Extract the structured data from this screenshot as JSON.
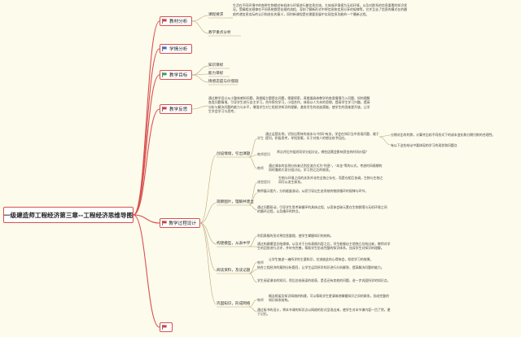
{
  "root": {
    "title": "一级建造师工程经济第三章--工程经济思维导图"
  },
  "branches": [
    {
      "id": "b1",
      "label": "教材分析",
      "flag": "red"
    },
    {
      "id": "b2",
      "label": "学情分析",
      "flag": "blue"
    },
    {
      "id": "b3",
      "label": "教学目标",
      "flag": "green"
    },
    {
      "id": "b4",
      "label": "教学反思",
      "flag": "red"
    },
    {
      "id": "b5",
      "label": "教学过程设计",
      "flag": "red"
    },
    {
      "id": "b6",
      "label": "",
      "flag": "red"
    }
  ],
  "nodes": {
    "n_course_req": "课程要求",
    "t_course_req": "生活在不同环境中的各种生物都对有机体与环境进行着信息交流，大体成环境视为无机环境，以及对群系的信息要素的知识状况。受精相关规律在不同系统都受化规的流程，深刻了解新形式中将信息和信息分享的规律等，它并且去了信息的模式在的最前传递信息实际的认识和进化的意义，同时新课程是在需要发展中实现信息功能的一个最新过程。",
    "n_key_points": "教学重点分析",
    "n_know_goal": "知识目标",
    "n_ability_goal": "能力目标",
    "n_emotion_goal": "情感态度与价值观",
    "t_reflect": "通过教学设计从小整体感知问题，再根据主题提出问题，需要探索，再根据具体教学的各类情境引入问题、如何理解各类问题情境、引导学生进行自主学习，合作探究学习，小组合作，体现以人为本的思想，提高学生学习兴趣，提高分析与解决问题的能力与水平，增强学生对工程经济知识的理解，激发学生的创造潜能，使学生的思维更开放，让学生学会学习与思考。",
    "p1": "创设情境，引出课题",
    "p2": "观察图片，理解并建立",
    "p3": "构建模型，从表中学",
    "p4": "阅读资料，及读记题",
    "p5": "巩固知识，形成网络",
    "n_student": "学生",
    "n_teacher": "教师",
    "n_teacher_q": "教师提问",
    "t_p1a": "通过运营实例，识别出等待的成本与\"时间\"有关，学会在知识当中发现问题、敢于提问，积极思考，寻找答案，乐于对他人的想法给予回应。",
    "t_p1a_r1": "分期对比的利弊，计算并比较不同形式下的成本变化和分期付款的合理性。",
    "t_p1a_r2": "有以下这些结论中要体现的学习的现状和问题点",
    "t_p1b": "师点评后并组织同学分组讨论，哪些因素会影响资金的时间价值？",
    "t_p1c": "通过课本的实例分析来达到交流方式为\"利息\"，\"本金\"等的公式，考虑时间周期的同时兼顾大家分组讨论，学习到之后的收获。",
    "n_p2a": "课堂提问",
    "t_p2a": "生物与环境之间的关系并非完全独立存在，而是在相互协调，生物与生物之间可以发生联系。",
    "t_p2b": "教师展示图片，分析能量流动，从而引导出生态系统的物质循环的规律与环节。",
    "t_p2c": "通过问题驱动，引导学生思考碳循环的具体过程，从而体会碳元素在生物群落与无机环境之间的循环过程，以及循环的特点。",
    "t_p3a": "利用表格的形式将信息整理，使学生掌握知识的结构。",
    "t_p3b": "通过构建模型总结规律，以及对于分析表格内容之后，学生能够自主地独立总结出来，教师对学生的回答进行点评，并补充完善，帮助学生形成完整的知识体系，加深学生对知识的理解。",
    "t_p4a": "让学生复述一遍所学的主要知识，交流彼此的心得体会，检验学习的效果。",
    "t_p4b": "结合工程经济的案例分析题目，让学生运用所学知识进行分析解答，提高解决问题的能力。",
    "t_p4c": "学生阅读课本的知识，然后总结阅读的收获，是否还有其他的问题，进一步巩固所学的知识点。",
    "t_p5a": "概念框架及知识网络的构建，可以帮助学生更清晰地掌握知识之间的联系，形成完整的知识体系结构。",
    "t_p5b": "通过板书的设计，将本节课的知识点以网络的形式呈现出来，使学生对本节课内容一目了然，便于记忆。"
  }
}
